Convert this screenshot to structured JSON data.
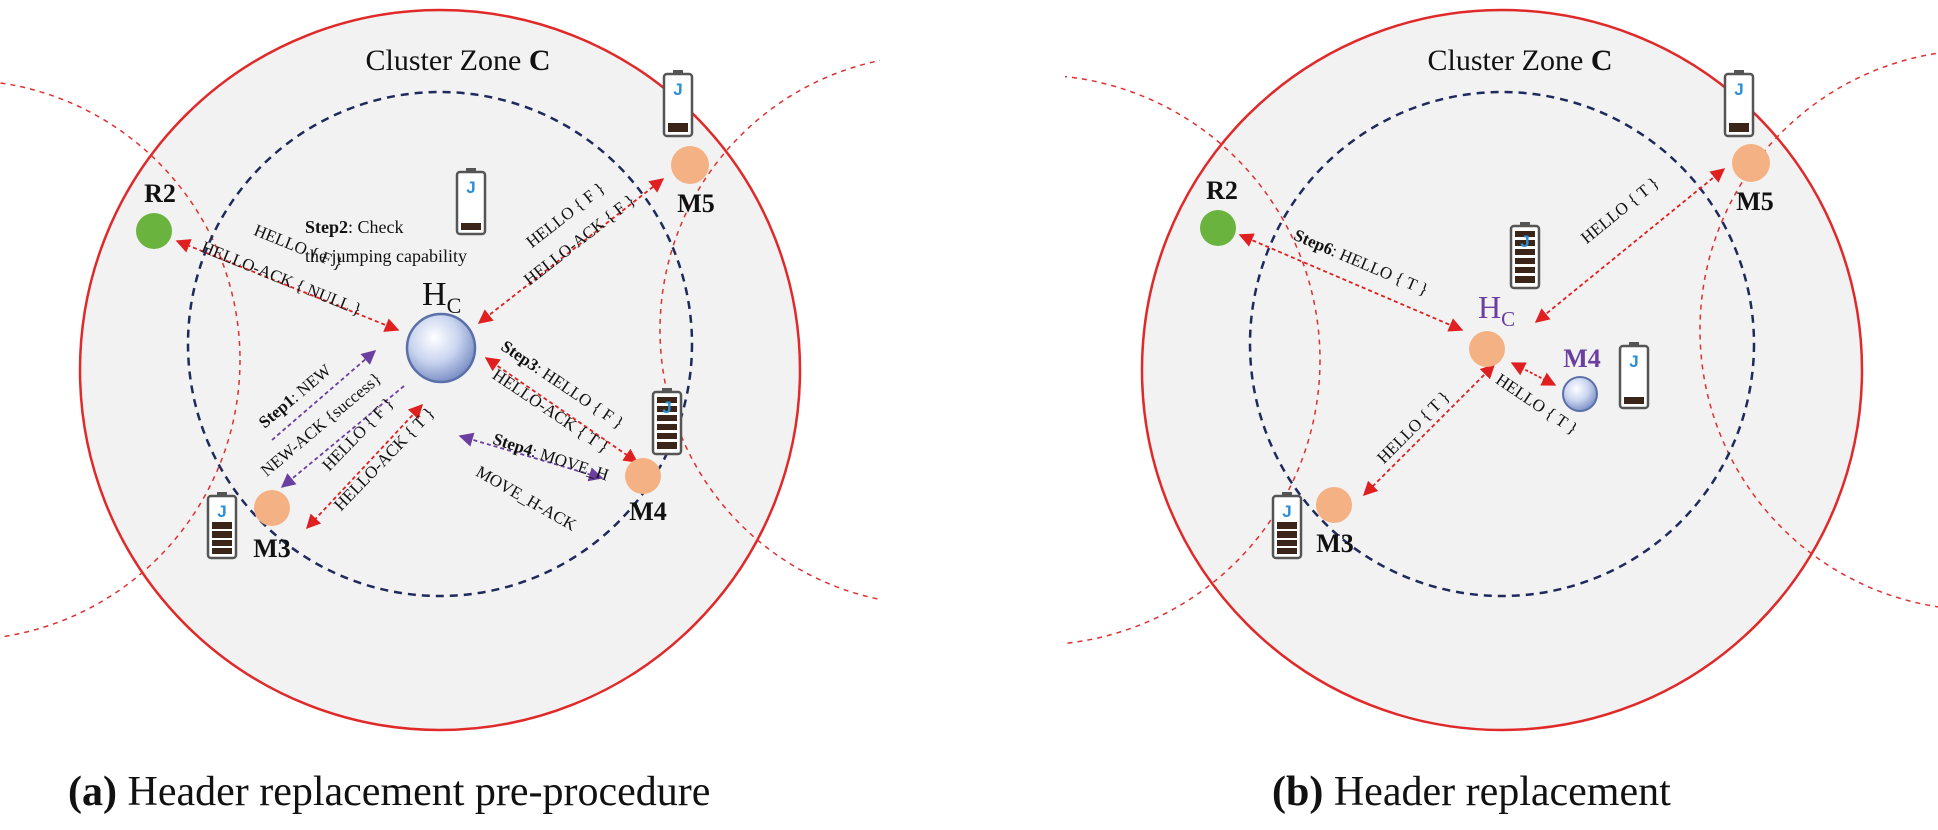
{
  "colors": {
    "zone_fill": "#f2f2f2",
    "zone_stroke": "#e02a2a",
    "inner_ring": "#1f2a5c",
    "neighbor_ring": "#e03030",
    "member_node": "#f4b183",
    "relay_node": "#6ab33e",
    "header_node": "#b8c7ea",
    "arrow_red": "#e02020",
    "arrow_purple": "#6a3fa0",
    "battery_fill": "#3a2518",
    "battery_j": "#2b8fd6",
    "hc_purple": "#6a3fa0"
  },
  "panel_a": {
    "zone_title": "Cluster Zone ",
    "zone_title_bold": "C",
    "nodes": {
      "r2": "R2",
      "m5": "M5",
      "m3": "M3",
      "m4": "M4",
      "hc_main": "H",
      "hc_sub": "C"
    },
    "battery_letter": "J",
    "step2_bold": "Step2",
    "step2_rest": ": Check",
    "step2_line2": "the jumping capability",
    "labels": {
      "hello_f_r2": "HELLO { F }",
      "helloack_null": "HELLO-ACK { NULL }",
      "hello_f_m5": "HELLO { F }",
      "helloack_f_m5": "HELLO-ACK { F }",
      "step1_bold": "Step1",
      "step1_rest": ": NEW",
      "newack": "NEW-ACK {success}",
      "hello_f_m3": "HELLO { F }",
      "helloack_t_m3": "HELLO-ACK { T }",
      "step3_bold": "Step3",
      "step3_rest": ": HELLO { F }",
      "helloack_t_m4": "HELLO-ACK { T }",
      "step4_bold": "Step4",
      "step4_rest": ": MOVE_H",
      "moveh_ack": "MOVE_H-ACK"
    },
    "caption_bold": "(a)",
    "caption_rest": " Header replacement pre-procedure"
  },
  "panel_b": {
    "zone_title": "Cluster Zone ",
    "zone_title_bold": "C",
    "nodes": {
      "r2": "R2",
      "m5": "M5",
      "m3": "M3",
      "m4": "M4",
      "hc_main": "H",
      "hc_sub": "C"
    },
    "battery_letter": "J",
    "labels": {
      "step6_bold": "Step6",
      "step6_rest": ": HELLO { T }",
      "hello_t_m5": "HELLO { T }",
      "hello_t_m3": "HELLO { T }",
      "hello_t_m4": "HELLO { T }"
    },
    "caption_bold": "(b)",
    "caption_rest": " Header replacement"
  }
}
